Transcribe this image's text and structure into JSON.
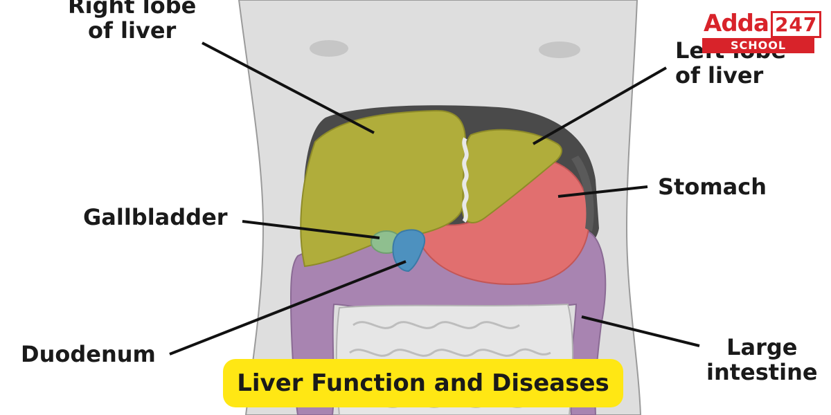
{
  "labels": {
    "right_lobe": "Right lobe\nof liver",
    "left_lobe": "Left lobe\nof liver",
    "stomach": "Stomach",
    "gallbladder": "Gallbladder",
    "duodenum": "Duodenum",
    "large_intestine": "Large\nintestine"
  },
  "logo": {
    "brand": "Adda",
    "number": "247",
    "sub": "SCHOOL"
  },
  "title": "Liver Function and Diseases",
  "colors": {
    "liver": "#b0ad3b",
    "stomach": "#e16f6f",
    "gallbladder": "#8fbf8f",
    "duodenum": "#4d91bf",
    "large_intestine": "#a884b1",
    "body": "#dedede",
    "title_bg": "#ffe714",
    "brand_red": "#d8232a"
  }
}
